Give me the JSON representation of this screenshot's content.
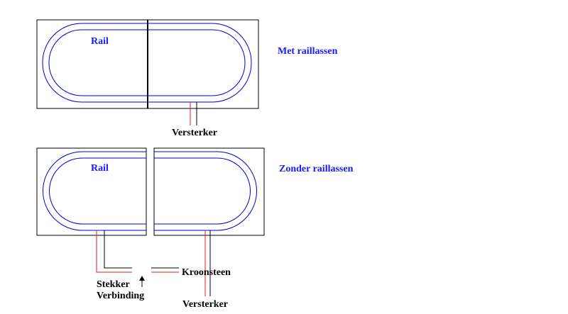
{
  "colors": {
    "rail": "#0000cc",
    "label_blue": "#1a1aff",
    "wire_red": "#dd2222",
    "wire_black": "#000000",
    "board": "#000000"
  },
  "top_section": {
    "title": "Met raillassen",
    "rail_label": "Rail",
    "amplifier_label": "Versterker"
  },
  "bottom_section": {
    "title": "Zonder raillassen",
    "rail_label": "Rail",
    "connector_label": "Kroonsteen",
    "plug_label_line1": "Stekker",
    "plug_label_line2": "Verbinding",
    "amplifier_label": "Versterker"
  }
}
